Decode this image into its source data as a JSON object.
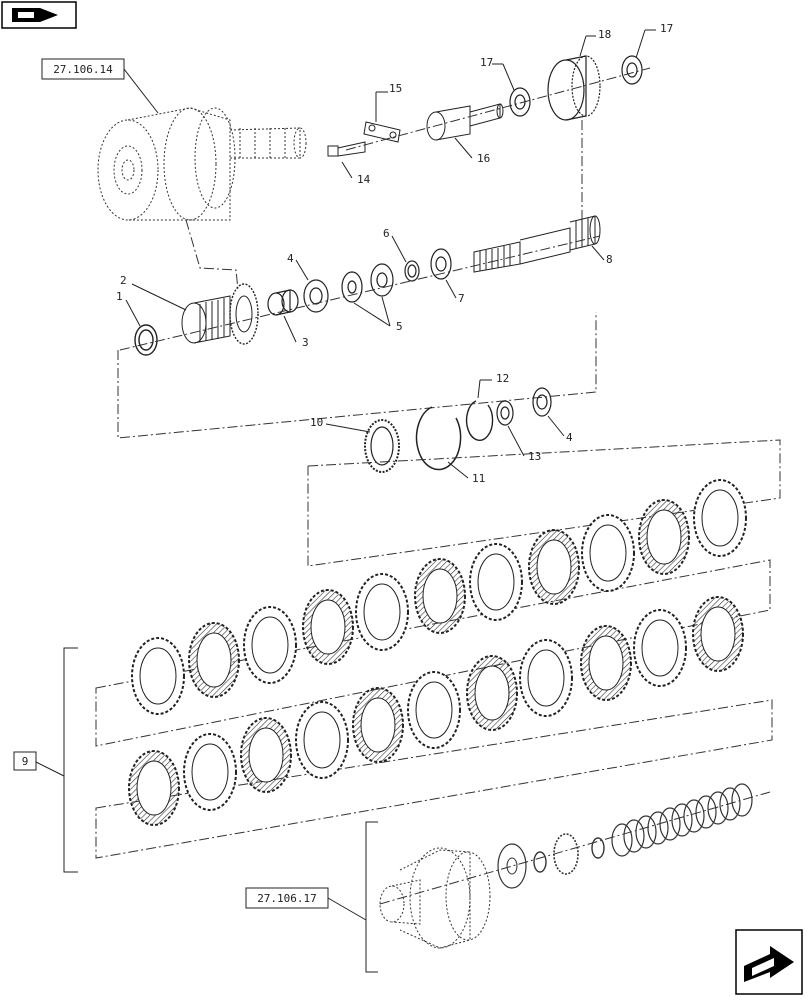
{
  "references": {
    "top_assembly": "27.106.14",
    "bottom_assembly": "27.106.17"
  },
  "callouts": {
    "c1": "1",
    "c2": "2",
    "c3": "3",
    "c4a": "4",
    "c4b": "4",
    "c5": "5",
    "c6": "6",
    "c7": "7",
    "c8": "8",
    "c9": "9",
    "c10": "10",
    "c11": "11",
    "c12": "12",
    "c13": "13",
    "c14": "14",
    "c15": "15",
    "c16": "16",
    "c17a": "17",
    "c17b": "17",
    "c18": "18"
  },
  "icons": {
    "top_left": "previous-page-icon",
    "bottom_right": "next-page-icon"
  }
}
